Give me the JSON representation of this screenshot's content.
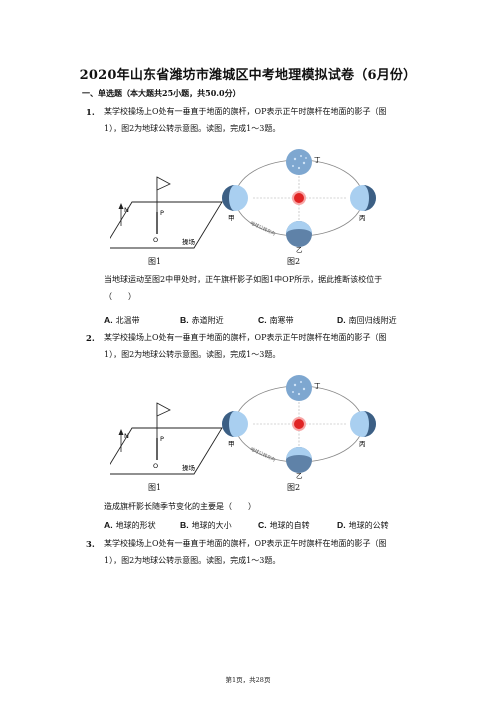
{
  "title": "2020年山东省潍坊市潍城区中考地理模拟试卷（6月份）",
  "section": "一、单选题（本大题共25小题，共50.0分）",
  "stem_line1": "某学校操场上O处有一垂直于地面的旗杆，OP表示正午时旗杆在地面的影子（图",
  "stem_line2": "1），图2为地球公转示意图。读图，完成1～3题。",
  "figure": {
    "fig1_caption": "图1",
    "fig2_caption": "图2",
    "north": "N",
    "point_o": "O",
    "point_p": "P",
    "field": "操场",
    "orbit_text": "地球公转方向",
    "pos_top": "丁",
    "pos_right": "丙",
    "pos_bottom": "乙",
    "pos_left": "甲",
    "colors": {
      "earth": "#a9cff0",
      "earth_shadow": "#3c5f84",
      "sun": "#e02424",
      "spring": "#7ea7d0"
    }
  },
  "questions": [
    {
      "num": "1.",
      "question_line1": "当地球运动至图2中甲处时，正午旗杆影子如图1中OP所示，据此推断该校位于",
      "question_line2": "（　　）",
      "options": [
        {
          "key": "A.",
          "text": "北温带"
        },
        {
          "key": "B.",
          "text": "赤道附近"
        },
        {
          "key": "C.",
          "text": "南寒带"
        },
        {
          "key": "D.",
          "text": "南回归线附近"
        }
      ]
    },
    {
      "num": "2.",
      "question_line1": "造成旗杆影长随季节变化的主要是（　　）",
      "options": [
        {
          "key": "A.",
          "text": "地球的形状"
        },
        {
          "key": "B.",
          "text": "地球的大小"
        },
        {
          "key": "C.",
          "text": "地球的自转"
        },
        {
          "key": "D.",
          "text": "地球的公转"
        }
      ]
    },
    {
      "num": "3."
    }
  ],
  "footer": "第1页，共28页"
}
